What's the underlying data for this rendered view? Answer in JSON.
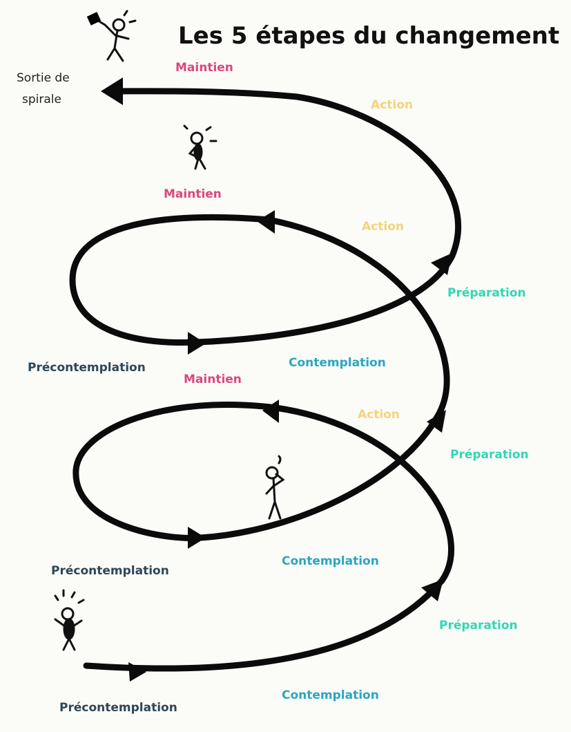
{
  "title": "Les 5 étapes du changement",
  "exit": {
    "line1": "Sortie de",
    "line2": "spirale"
  },
  "stages": {
    "precontemplation": "Précontemplation",
    "contemplation": "Contemplation",
    "preparation": "Préparation",
    "action": "Action",
    "maintien": "Maintien"
  },
  "colors": {
    "precontemplation": "#2e4756",
    "contemplation": "#2aa6c2",
    "preparation": "#33d6b4",
    "action": "#f3d47c",
    "maintien": "#d9487f",
    "spiral": "#0b0b0b"
  },
  "icons": [
    "stick-figure-confused-icon",
    "stick-figure-thinking-icon",
    "stick-figure-pondering-icon",
    "stick-figure-jumping-icon"
  ]
}
